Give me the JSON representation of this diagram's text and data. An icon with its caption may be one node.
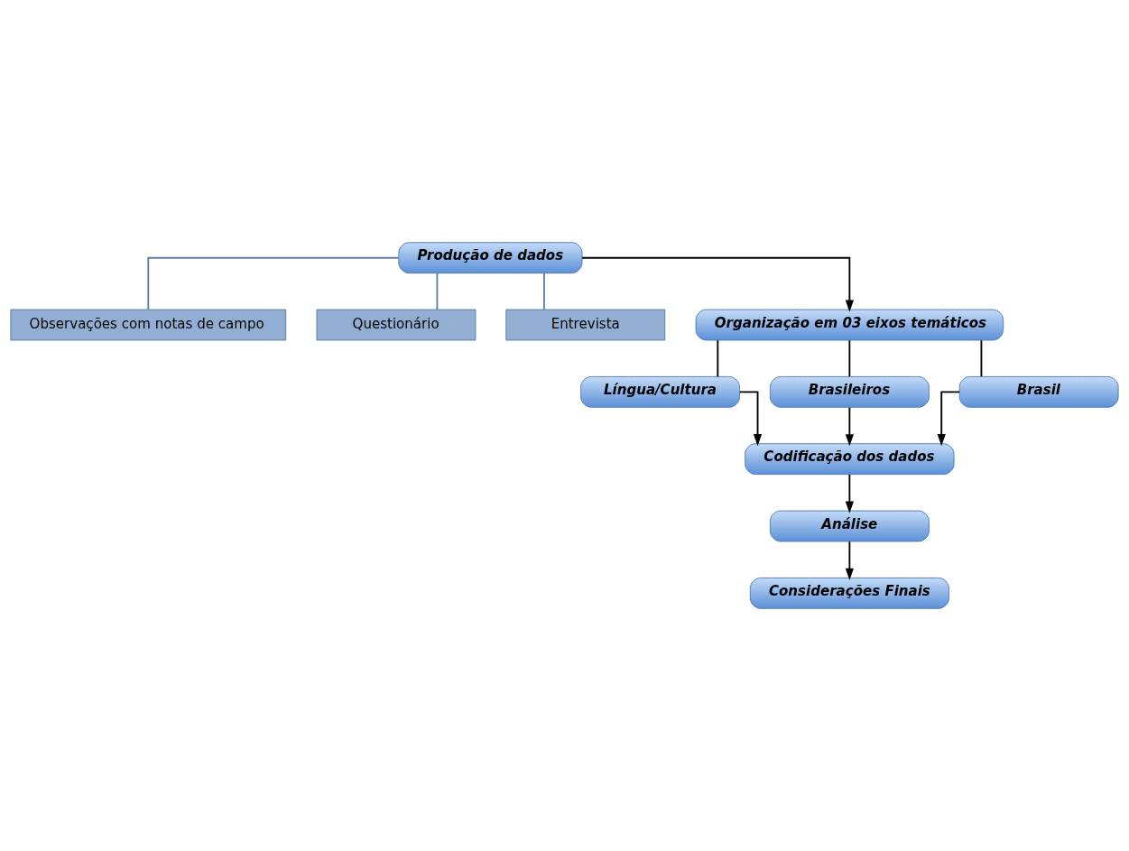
{
  "diagram": {
    "nodes": [
      {
        "text": [
          "Produção de dados"
        ]
      },
      {
        "text": [
          "Observações com notas de campo"
        ]
      },
      {
        "text": [
          "Questionário"
        ]
      },
      {
        "text": [
          "Entrevista"
        ]
      },
      {
        "text": [
          "Organização em 03 eixos temáticos"
        ]
      },
      {
        "text": [
          "Língua/Cultura"
        ]
      },
      {
        "text": [
          "Brasileiros"
        ]
      },
      {
        "text": [
          "Brasil"
        ]
      },
      {
        "text": [
          "Codificação dos dados"
        ]
      },
      {
        "text": [
          "Análise"
        ]
      },
      {
        "text": [
          "Considerações Finais"
        ]
      }
    ],
    "edges": [
      {
        "from": 0,
        "to": 1,
        "arrow": "none",
        "color": "#5a7fb0"
      },
      {
        "from": 0,
        "to": 2,
        "arrow": "none",
        "color": "#5a7fb0"
      },
      {
        "from": 0,
        "to": 3,
        "arrow": "none",
        "color": "#5a7fb0"
      },
      {
        "from": 0,
        "to": 4,
        "arrow": "to"
      },
      {
        "from": 4,
        "to": 5,
        "arrow": "none"
      },
      {
        "from": 4,
        "to": 6,
        "arrow": "none"
      },
      {
        "from": 4,
        "to": 7,
        "arrow": "none"
      },
      {
        "from": 5,
        "to": 8,
        "arrow": "to"
      },
      {
        "from": 6,
        "to": 8,
        "arrow": "to"
      },
      {
        "from": 7,
        "to": 8,
        "arrow": "to"
      },
      {
        "from": 8,
        "to": 9,
        "arrow": "to"
      },
      {
        "from": 9,
        "to": 10,
        "arrow": "to"
      }
    ]
  }
}
